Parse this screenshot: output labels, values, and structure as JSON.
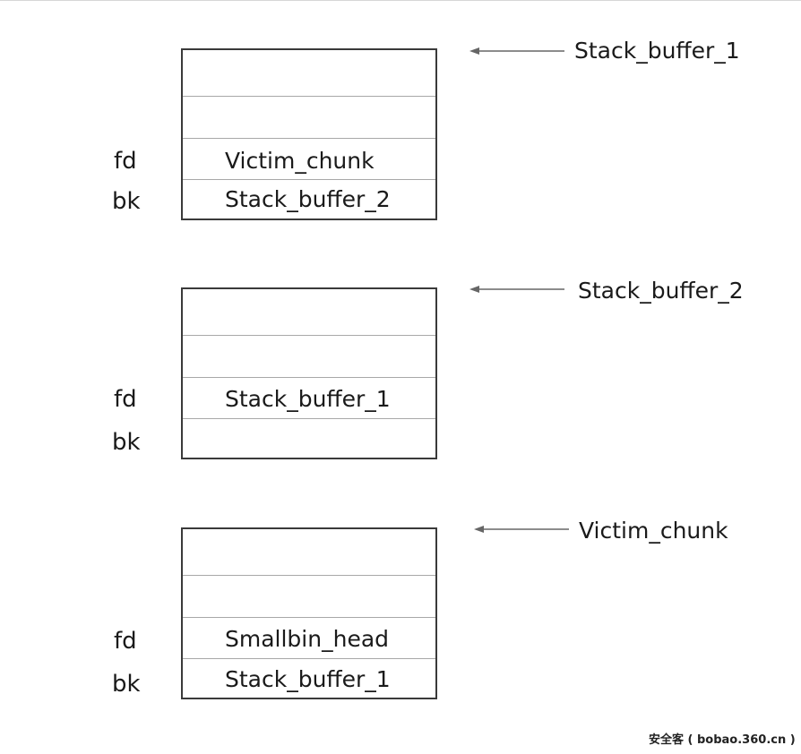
{
  "chunks": [
    {
      "title": "Stack_buffer_1",
      "fd_label": "fd",
      "bk_label": "bk",
      "fd_value": "Victim_chunk",
      "bk_value": "Stack_buffer_2"
    },
    {
      "title": "Stack_buffer_2",
      "fd_label": "fd",
      "bk_label": "bk",
      "fd_value": "Stack_buffer_1",
      "bk_value": ""
    },
    {
      "title": "Victim_chunk",
      "fd_label": "fd",
      "bk_label": "bk",
      "fd_value": "Smallbin_head",
      "bk_value": "Stack_buffer_1"
    }
  ],
  "watermark": "安全客 ( bobao.360.cn )",
  "colors": {
    "border": "#3a3a3a",
    "separator": "#a8a8a8",
    "arrow": "#666666"
  }
}
